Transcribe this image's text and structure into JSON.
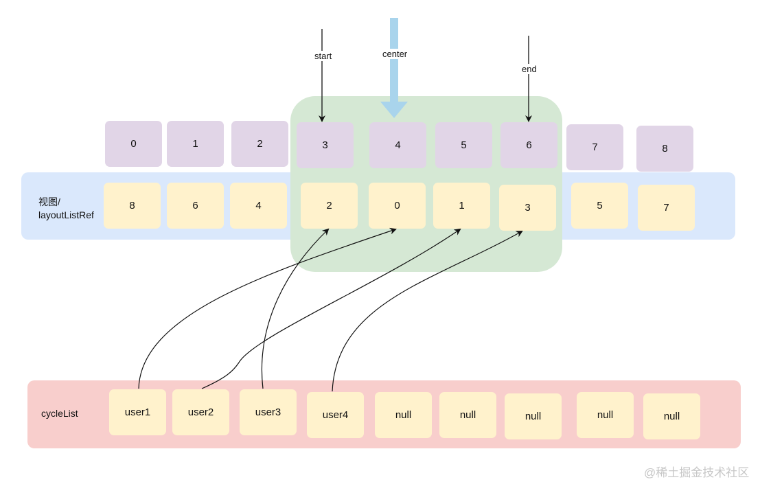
{
  "diagram": {
    "pointers": {
      "start": "start",
      "center": "center",
      "end": "end"
    },
    "view_label_line1": "视图/",
    "view_label_line2": "layoutListRef",
    "cycle_label": "cycleList",
    "index_row": [
      "0",
      "1",
      "2",
      "3",
      "4",
      "5",
      "6",
      "7",
      "8"
    ],
    "layout_row": [
      "8",
      "6",
      "4",
      "2",
      "0",
      "1",
      "3",
      "5",
      "7"
    ],
    "cycle_row": [
      "user1",
      "user2",
      "user3",
      "user4",
      "null",
      "null",
      "null",
      "null",
      "null"
    ],
    "watermark": "@稀土掘金技术社区",
    "colors": {
      "index_box": "#e1d5e7",
      "layout_box": "#fff2cc",
      "view_band": "#dae8fc",
      "cycle_band": "#f8cecc",
      "visible_window": "#d5e8d4",
      "center_arrow": "#a9d4ec"
    }
  }
}
